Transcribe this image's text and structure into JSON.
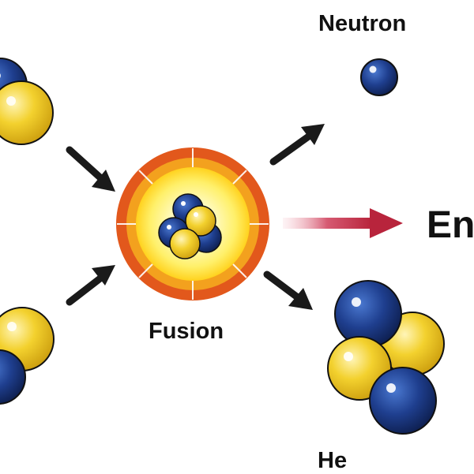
{
  "labels": {
    "neutron": "Neutron",
    "fusion": "Fusion",
    "energy": "En",
    "helium": "He"
  },
  "colors": {
    "proton": "#f2cf2a",
    "neutron": "#1f3f8f",
    "arrow": "#1a1a1a",
    "energy_arrow": "#b8243c",
    "fusion_ring": "#e2581c",
    "fusion_core": "#fff6a8"
  }
}
